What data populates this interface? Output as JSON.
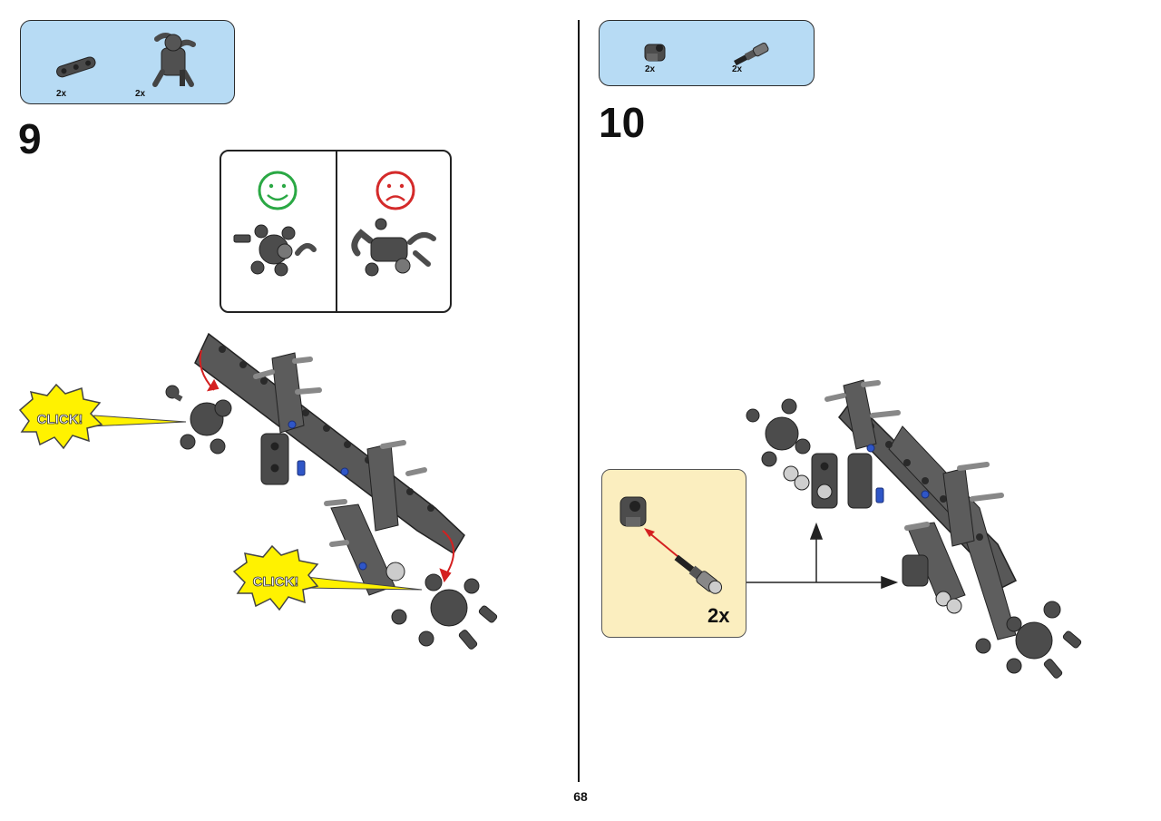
{
  "page_number": "68",
  "steps": [
    {
      "number": "9",
      "parts": [
        {
          "icon": "beam-part-icon",
          "qty": "2x"
        },
        {
          "icon": "joint-connector-part-icon",
          "qty": "2x"
        }
      ],
      "callouts": [
        "CLICK!",
        "CLICK!"
      ]
    },
    {
      "number": "10",
      "parts": [
        {
          "icon": "axle-connector-part-icon",
          "qty": "2x"
        },
        {
          "icon": "pin-axle-part-icon",
          "qty": "2x"
        }
      ],
      "subassembly_qty": "2x"
    }
  ],
  "colors": {
    "parts_box": "#b7dbf4",
    "subassembly_box": "#fbeebf",
    "click_burst": "#fff200",
    "correct_face": "#2aa844",
    "wrong_face": "#d42a2a",
    "part_gray": "#5a5a5a",
    "part_blue": "#2f56c7",
    "arrow_red": "#d42020"
  }
}
